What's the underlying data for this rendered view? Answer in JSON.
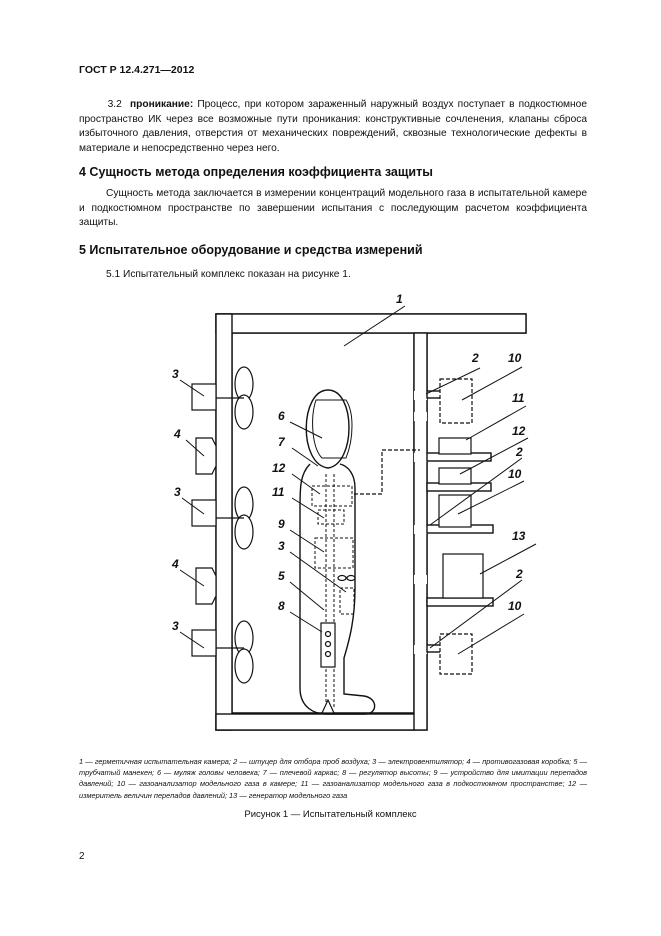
{
  "header": "ГОСТ Р 12.4.271—2012",
  "clause_3_2": {
    "number": "3.2",
    "term": "проникание:",
    "text": " Процесс, при котором зараженный наружный воздух поступает в подкостюмное пространство ИК через все возможные пути проникания: конструктивные сочленения, клапаны сброса избыточного давления, отверстия от механических повреждений, сквозные технологические дефекты в материале и непосредственно через него."
  },
  "section4": {
    "title": "4  Сущность метода определения коэффициента защиты",
    "text": "Сущность метода заключается в измерении концентраций модельного газа в испытательной камере и подкостюмном пространстве по завершении испытания с последующим расчетом коэффициента защиты."
  },
  "section5": {
    "title": "5  Испытательное оборудование и средства измерений",
    "clause_5_1": "5.1  Испытательный комплекс показан на рисунке 1."
  },
  "figure": {
    "labels": {
      "l1": "1",
      "l2a": "2",
      "l10a": "10",
      "l11r": "11",
      "l12r": "12",
      "l2b": "2",
      "l10b": "10",
      "l13": "13",
      "l2c": "2",
      "l10c": "10",
      "l3a": "3",
      "l4a": "4",
      "l3b": "3",
      "l4b": "4",
      "l3c": "3",
      "l6": "6",
      "l7": "7",
      "l12l": "12",
      "l11l": "11",
      "l9": "9",
      "l3d": "3",
      "l5": "5",
      "l8": "8"
    },
    "legend": "1 — герметичная испытательная камера; 2 — штуцер для отбора проб воздуха; 3 — электровентилятор; 4 — противогазовая коробка; 5 — трубчатый манекен; 6 — муляж головы человека; 7 — плечевой каркас; 8 — регулятор высоты; 9 — устройство для имитации перепадов давлений; 10 — газоанализатор модельного газа в камере; 11 — газоанализатор модельного газа в подкостюмном пространстве; 12 — измеритель величин перепадов давлений; 13 — генератор модельного газа",
    "caption": "Рисунок 1 — Испытательный комплекс"
  },
  "page_number": "2"
}
